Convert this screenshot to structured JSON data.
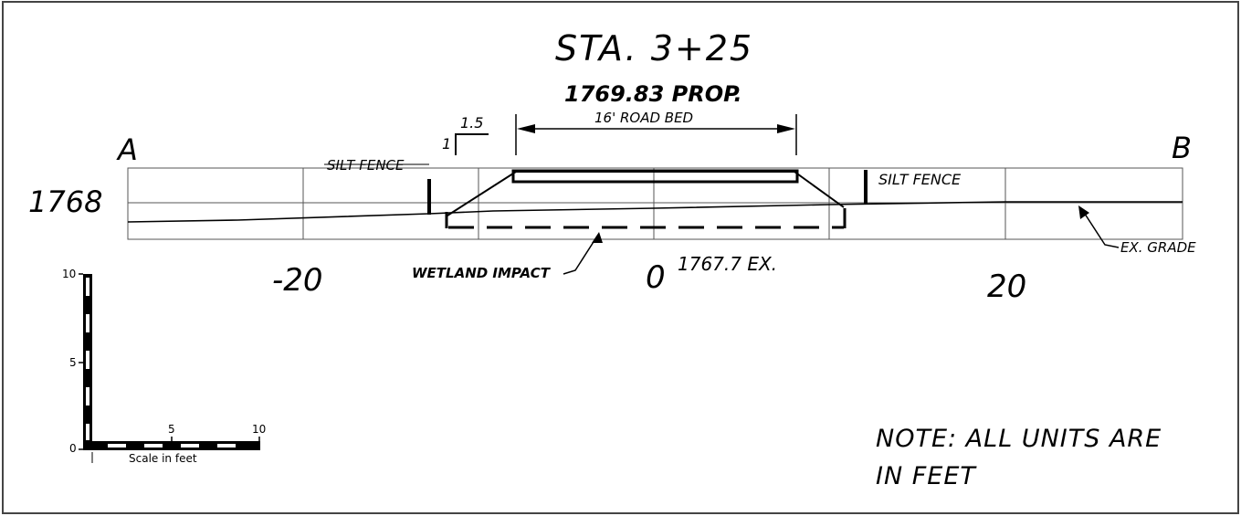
{
  "drawing": {
    "station_title": "STA. 3+25",
    "proposed_elevation": "1769.83 PROP.",
    "road_bed_label": "16' ROAD BED",
    "slope_run": "1.5",
    "slope_rise": "1",
    "point_a": "A",
    "point_b": "B",
    "elevation_label": "1768",
    "silt_fence_left": "SILT FENCE",
    "silt_fence_right": "SILT FENCE",
    "wetland_impact": "WETLAND IMPACT",
    "existing_elevation": "1767.7 EX.",
    "ex_grade": "EX. GRADE",
    "offset_labels": [
      "-20",
      "0",
      "20"
    ],
    "note_line1": "NOTE: ALL UNITS ARE",
    "note_line2": "IN FEET"
  },
  "scale_bar": {
    "vertical_ticks": [
      "10",
      "5",
      "0"
    ],
    "horizontal_ticks": [
      "5",
      "10"
    ],
    "caption": "Scale in feet"
  }
}
